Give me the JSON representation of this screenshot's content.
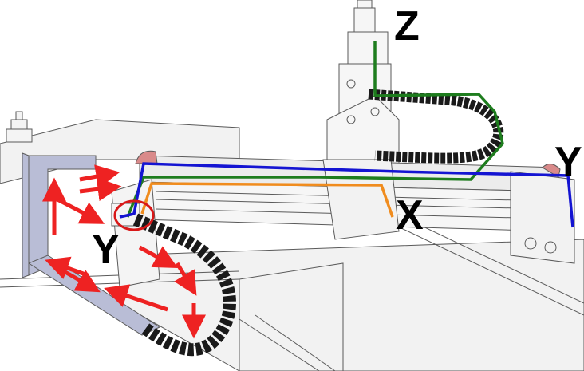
{
  "labels": {
    "z": "Z",
    "y_right": "Y",
    "x": "X",
    "y_left": "Y"
  },
  "colors": {
    "background": "#ffffff",
    "line_art": "#5a5a5a",
    "frame_fill": "#f2f2f2",
    "gantry_fill": "#ececec",
    "bracket_fill": "#b9bdd6",
    "cap_fill": "#d98a8a",
    "cable_chain": "#1a1a1a",
    "cable_green": "#1e7d1e",
    "cable_blue": "#1414d2",
    "cable_orange": "#f08c1e",
    "arrow_red": "#ee2222",
    "highlight_circle": "#d81818"
  },
  "icons": {
    "stepper_motor": "stepper-motor-icon",
    "red_arrow": "arrow-icon"
  }
}
